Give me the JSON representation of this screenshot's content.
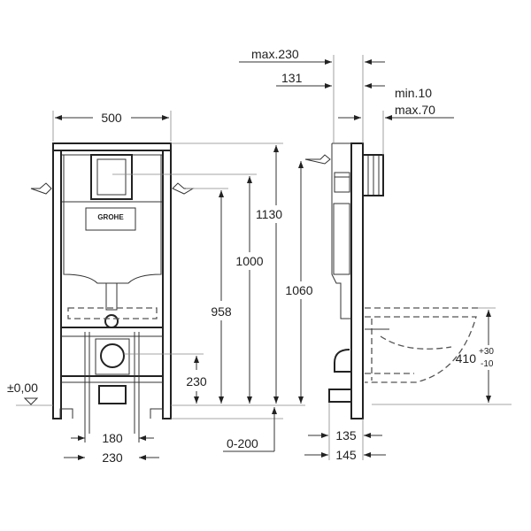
{
  "drawing": {
    "brand_logo": "GROHE",
    "colors": {
      "line": "#222222",
      "background": "#ffffff"
    },
    "front_view": {
      "width": "500",
      "height_total": "1130",
      "height_1000": "1000",
      "height_958": "958",
      "height_1060": "1060",
      "drain_height": "230",
      "floor_level": "±0,00",
      "spacing_180": "180",
      "spacing_230": "230",
      "floor_adjust": "0-200"
    },
    "side_view": {
      "max_230": "max.230",
      "d_131": "131",
      "min_10": "min.10",
      "max_70": "max.70",
      "seat_height": "410",
      "tol_plus": "+30",
      "tol_minus": "-10",
      "depth_135": "135",
      "depth_145": "145"
    }
  }
}
